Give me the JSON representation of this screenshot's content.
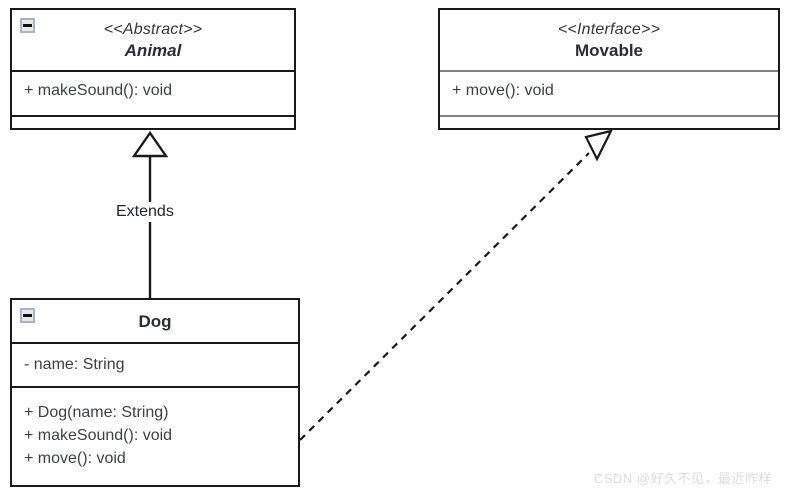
{
  "diagram": {
    "type": "uml-class-diagram",
    "background": "#ffffff",
    "line_color": "#1a1a1a",
    "gray_separator_color": "#808080",
    "text_color": "#3d4043"
  },
  "classes": [
    {
      "id": "animal",
      "stereotype": "<<Abstract>>",
      "name": "Animal",
      "is_abstract": true,
      "has_collapse_icon": true,
      "collapse_icon": "minus-icon",
      "attributes": [],
      "methods": [
        "+ makeSound(): void"
      ],
      "has_empty_compartment": true
    },
    {
      "id": "movable",
      "stereotype": "<<Interface>>",
      "name": "Movable",
      "is_abstract": false,
      "has_collapse_icon": false,
      "collapse_icon": "",
      "attributes": [],
      "methods": [
        "+ move(): void"
      ],
      "has_empty_compartment": true
    },
    {
      "id": "dog",
      "stereotype": "",
      "name": "Dog",
      "is_abstract": false,
      "has_collapse_icon": true,
      "collapse_icon": "minus-icon",
      "attributes": [
        "- name: String"
      ],
      "methods": [
        "+ Dog(name: String)",
        "+ makeSound(): void",
        "+ move(): void"
      ],
      "has_empty_compartment": false
    }
  ],
  "relationships": [
    {
      "id": "extends",
      "kind": "generalization",
      "label": "Extends",
      "from": "dog",
      "to": "animal",
      "line_style": "solid",
      "arrow_head": "hollow-triangle"
    },
    {
      "id": "implements",
      "kind": "realization",
      "label": "",
      "from": "dog",
      "to": "movable",
      "line_style": "dashed",
      "arrow_head": "hollow-triangle"
    }
  ],
  "watermark": {
    "text": "CSDN @好久不见，最近咋样"
  }
}
